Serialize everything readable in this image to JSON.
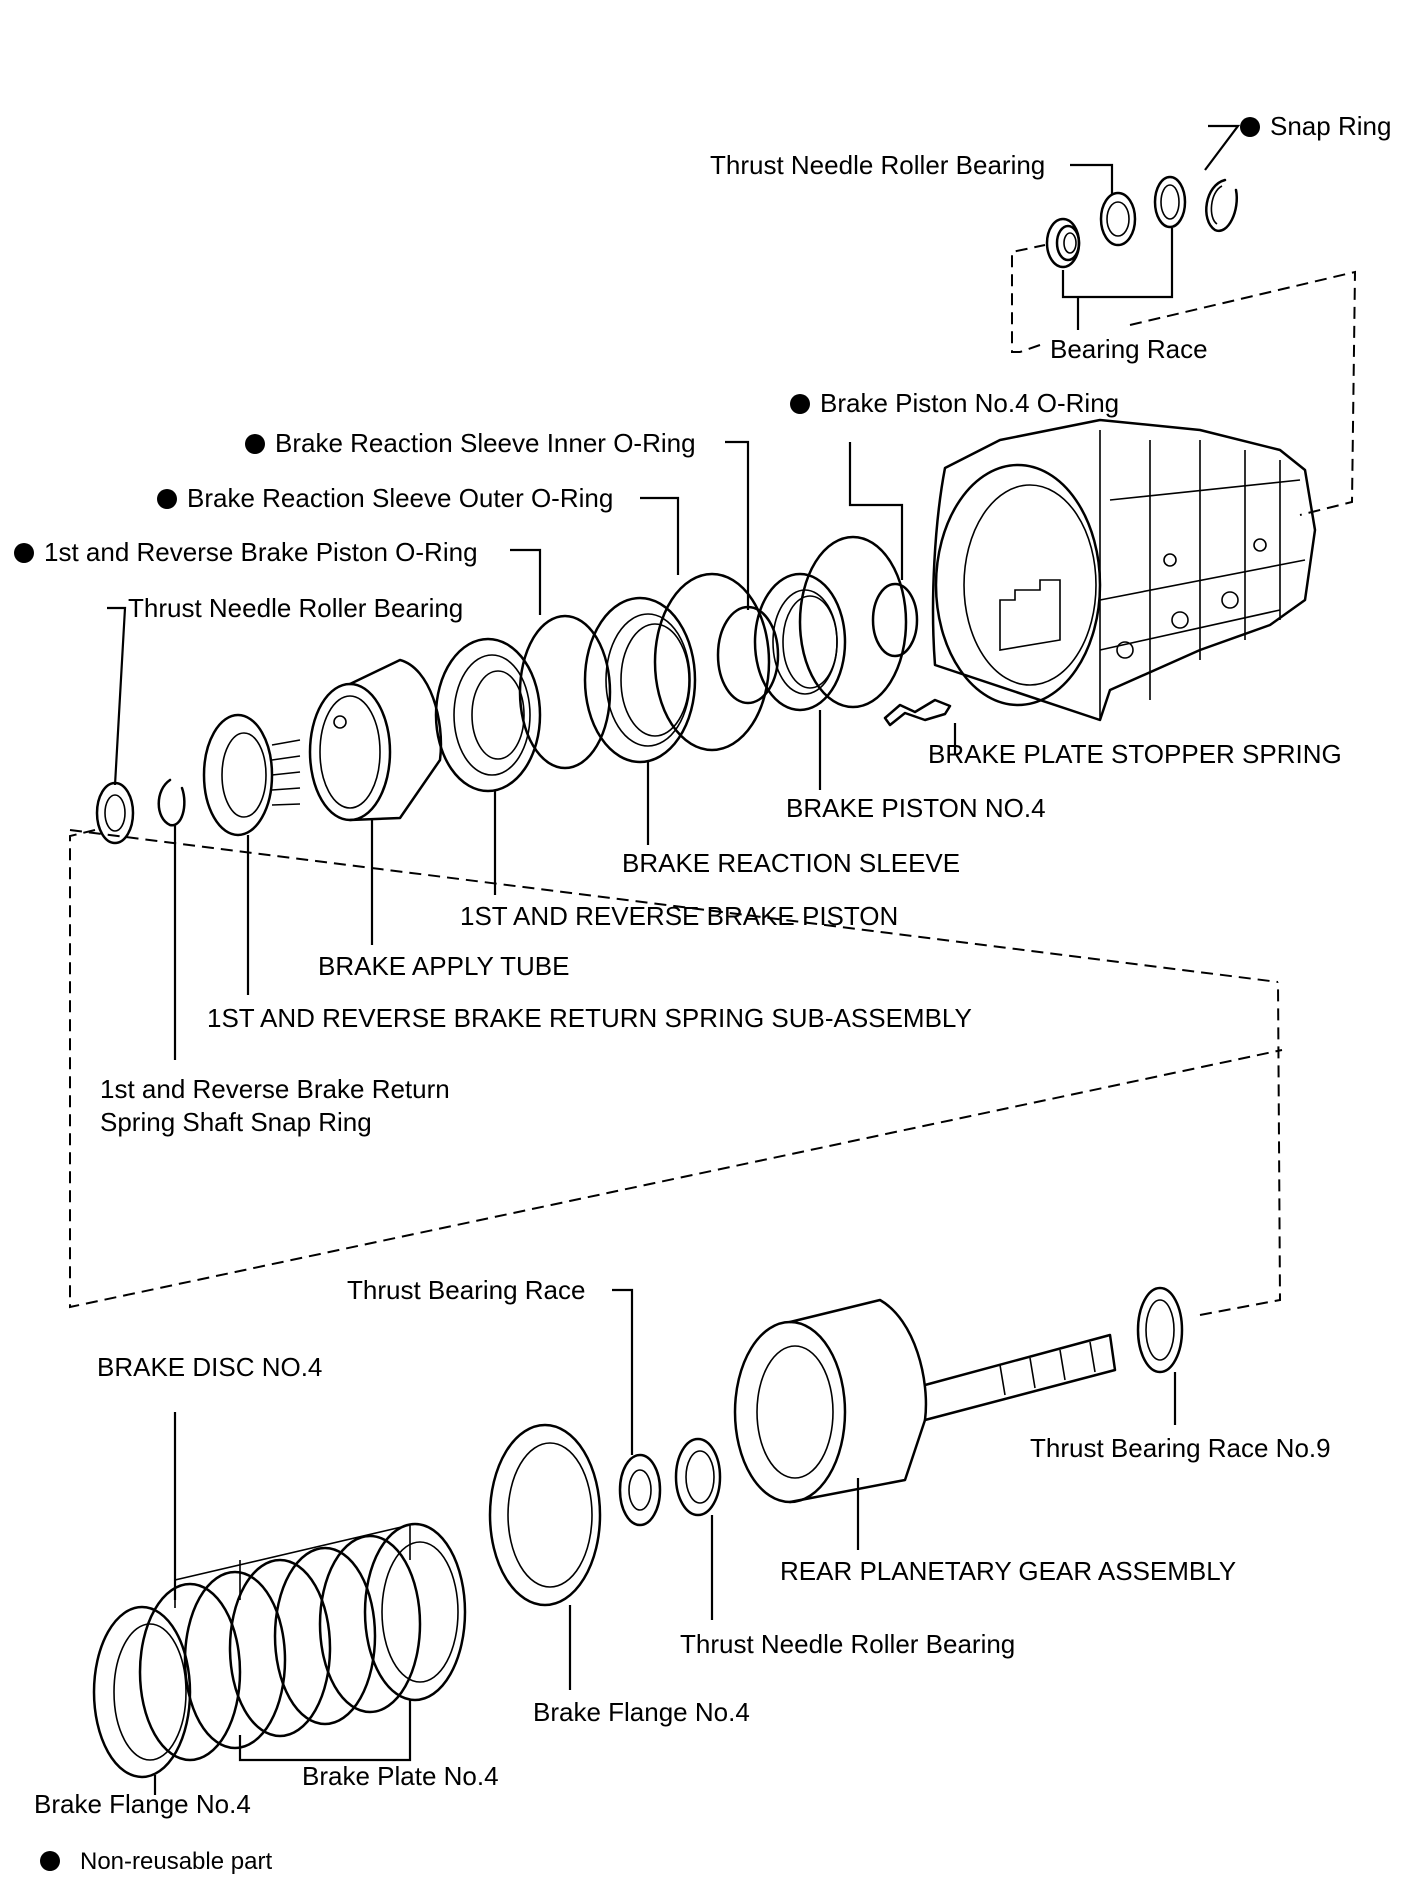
{
  "labels": {
    "snap_ring": "Snap Ring",
    "thrust_needle_top": "Thrust Needle Roller Bearing",
    "bearing_race": "Bearing Race",
    "brake_piston_no4_oring": "Brake Piston No.4 O-Ring",
    "brake_reaction_sleeve_inner_oring": "Brake Reaction Sleeve Inner O-Ring",
    "brake_reaction_sleeve_outer_oring": "Brake Reaction Sleeve Outer O-Ring",
    "first_reverse_piston_oring": "1st and Reverse Brake Piston O-Ring",
    "thrust_needle_left": "Thrust Needle Roller Bearing",
    "brake_plate_stopper_spring": "BRAKE PLATE STOPPER SPRING",
    "brake_piston_no4": "BRAKE PISTON NO.4",
    "brake_reaction_sleeve": "BRAKE REACTION SLEEVE",
    "first_reverse_brake_piston": "1ST AND REVERSE BRAKE PISTON",
    "brake_apply_tube": "BRAKE APPLY TUBE",
    "return_spring_sub_assembly": "1ST AND REVERSE BRAKE RETURN SPRING SUB-ASSEMBLY",
    "return_spring_snap_ring_line1": "1st and Reverse Brake Return",
    "return_spring_snap_ring_line2": "Spring Shaft Snap Ring",
    "thrust_bearing_race": "Thrust Bearing Race",
    "brake_disc_no4": "BRAKE DISC NO.4",
    "thrust_bearing_race_no9": "Thrust Bearing Race No.9",
    "rear_planetary_gear_assembly": "REAR PLANETARY GEAR ASSEMBLY",
    "thrust_needle_bottom": "Thrust Needle Roller Bearing",
    "brake_flange_no4_mid": "Brake Flange No.4",
    "brake_plate_no4": "Brake Plate No.4",
    "brake_flange_no4_left": "Brake Flange No.4"
  },
  "legend": {
    "text": "Non-reusable part"
  }
}
